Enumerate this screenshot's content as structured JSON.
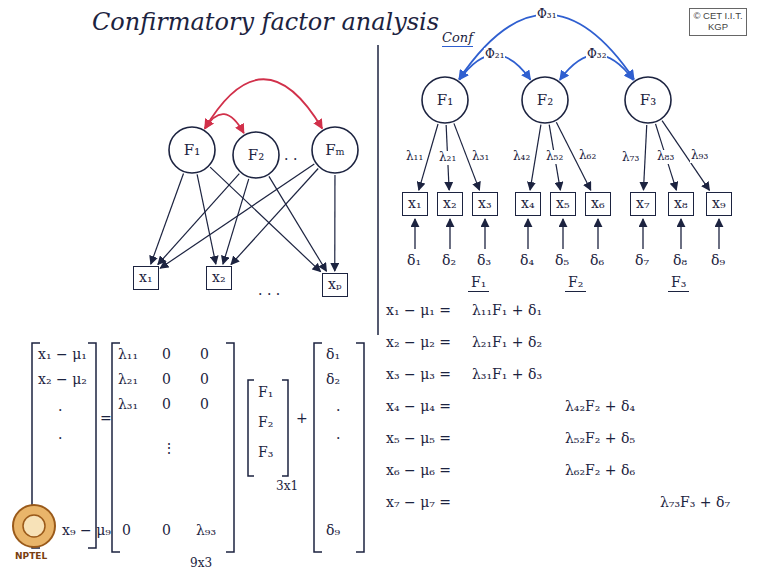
{
  "diagram": {
    "title": "Confirmatory factor analysis",
    "nodes": [
      {
        "text": [
          "© CET I.I.T. KGP"
        ]
      },
      {
        "text": [
          "F₁"
        ]
      },
      {
        "text": [
          "F₂"
        ]
      },
      {
        "text": [
          "Fₘ"
        ]
      },
      {
        "text": [
          "x₁"
        ]
      },
      {
        "text": [
          "x₂"
        ]
      },
      {
        "text": [
          "xₚ"
        ]
      },
      {
        "text": [
          "F₁"
        ]
      },
      {
        "text": [
          "F₂"
        ]
      },
      {
        "text": [
          "F₃"
        ]
      },
      {
        "text": [
          "x₁"
        ]
      },
      {
        "text": [
          "x₂"
        ]
      },
      {
        "text": [
          "x₃"
        ]
      },
      {
        "text": [
          "x₄"
        ]
      },
      {
        "text": [
          "x₅"
        ]
      },
      {
        "text": [
          "x₆"
        ]
      },
      {
        "text": [
          "x₇"
        ]
      },
      {
        "text": [
          "x₈"
        ]
      },
      {
        "text": [
          "x₉"
        ]
      }
    ],
    "edges": [
      {
        "from": 1,
        "to": 2,
        "arrow": "both"
      },
      {
        "from": 1,
        "to": 3,
        "arrow": "both"
      },
      {
        "from": 1,
        "to": 4,
        "arrow": "to"
      },
      {
        "from": 1,
        "to": 5,
        "arrow": "to"
      },
      {
        "from": 1,
        "to": 6,
        "arrow": "to"
      },
      {
        "from": 2,
        "to": 4,
        "arrow": "to"
      },
      {
        "from": 2,
        "to": 5,
        "arrow": "to"
      },
      {
        "from": 2,
        "to": 6,
        "arrow": "to"
      },
      {
        "from": 3,
        "to": 4,
        "arrow": "to"
      },
      {
        "from": 3,
        "to": 5,
        "arrow": "to"
      },
      {
        "from": 3,
        "to": 6,
        "arrow": "to"
      },
      {
        "from": 7,
        "to": 8,
        "label": "Φ₂₁",
        "arrow": "both"
      },
      {
        "from": 8,
        "to": 9,
        "label": "Φ₃₂",
        "arrow": "both"
      },
      {
        "from": 7,
        "to": 9,
        "label": "Φ₃₁",
        "arrow": "both"
      },
      {
        "from": 7,
        "to": 10,
        "label": "λ₁₁",
        "arrow": "to"
      },
      {
        "from": 7,
        "to": 11,
        "label": "λ₂₁",
        "arrow": "to"
      },
      {
        "from": 7,
        "to": 12,
        "label": "λ₃₁",
        "arrow": "to"
      },
      {
        "from": 8,
        "to": 13,
        "label": "λ₄₂",
        "arrow": "to"
      },
      {
        "from": 8,
        "to": 14,
        "label": "λ₅₂",
        "arrow": "to"
      },
      {
        "from": 8,
        "to": 15,
        "label": "λ₆₂",
        "arrow": "to"
      },
      {
        "from": 9,
        "to": 16,
        "label": "λ₇₃",
        "arrow": "to"
      },
      {
        "from": 9,
        "to": 17,
        "label": "λ₈₃",
        "arrow": "to"
      },
      {
        "from": 9,
        "to": 18,
        "label": "λ₉₃",
        "arrow": "to"
      }
    ],
    "labels": [
      ". .",
      ". . .",
      "x₁ − μ₁",
      "x₂ − μ₂",
      ".",
      ".",
      "x₉ − μ₉",
      "=",
      "λ₁₁",
      "0",
      "0",
      "λ₂₁",
      "0",
      "0",
      "λ₃₁",
      "0",
      "0",
      "⋮",
      "0",
      "0",
      "λ₉₃",
      "9x3",
      "F₁",
      "F₂",
      "F₃",
      "3x1",
      "+",
      "δ₁",
      "δ₂",
      ".",
      ".",
      "δ₉",
      "Conf",
      "δ₁",
      "δ₂",
      "δ₃",
      "δ₄",
      "δ₅",
      "δ₆",
      "δ₇",
      "δ₈",
      "δ₉",
      "F₁",
      "F₂",
      "F₃",
      "x₁ − μ₁ =",
      "x₂ − μ₂ =",
      "x₃ − μ₃ =",
      "x₄ − μ₄ =",
      "x₅ − μ₅ =",
      "x₆ − μ₆ =",
      "x₇ − μ₇ =",
      "λ₁₁F₁ + δ₁",
      "λ₂₁F₁ + δ₂",
      "λ₃₁F₁ + δ₃",
      "λ₄₂F₂ + δ₄",
      "λ₅₂F₂ + δ₅",
      "λ₆₂F₂ + δ₆",
      "λ₇₃F₃ + δ₇",
      "NPTEL"
    ]
  }
}
